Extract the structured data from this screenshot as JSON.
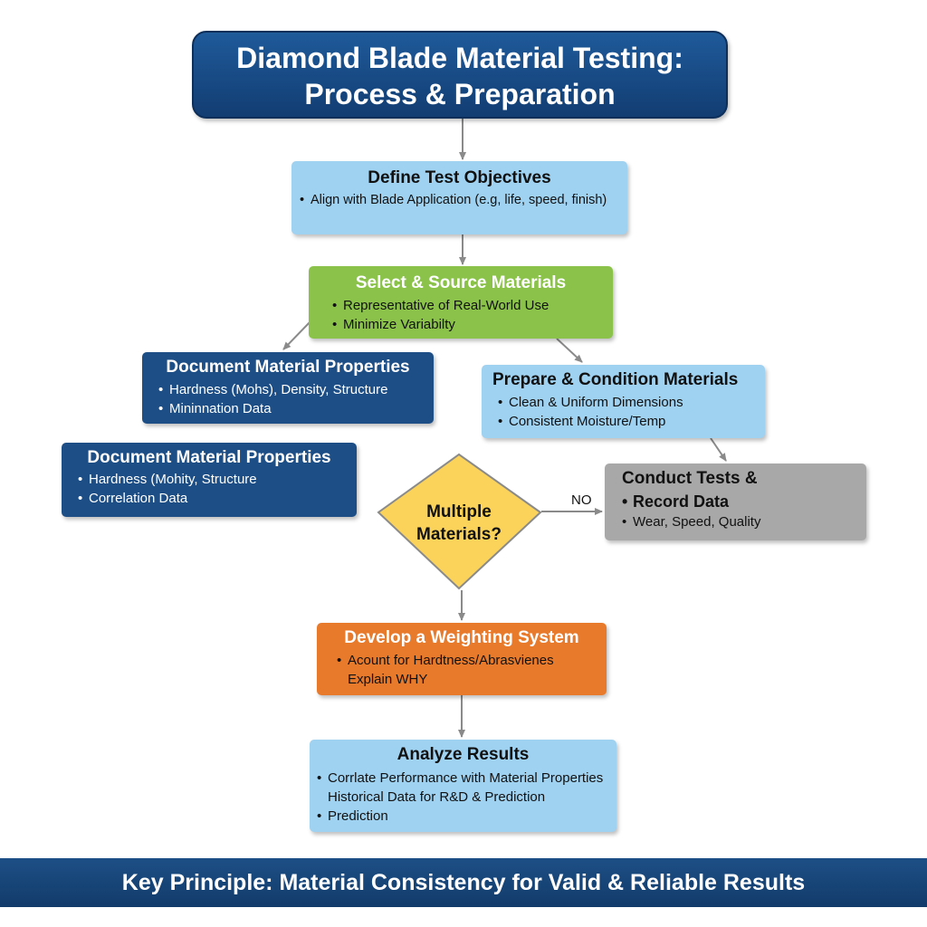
{
  "title": {
    "line1": "Diamond Blade Material Testing:",
    "line2": "Process & Preparation"
  },
  "nodes": {
    "define": {
      "heading": "Define Test Objectives",
      "bullets": [
        "Align with Blade Application (e.g, life, speed, finish)"
      ]
    },
    "select": {
      "heading": "Select & Source Materials",
      "bullets": [
        "Representative of Real-World Use",
        "Minimize Variabilty"
      ]
    },
    "document_1": {
      "heading": "Document Material Properties",
      "bullets": [
        "Hardness (Mohs), Density, Structure",
        "Mininnation Data"
      ]
    },
    "document_2": {
      "heading": "Document Material Properties",
      "bullets": [
        "Hardness (Mohity, Structure",
        "Correlation Data"
      ]
    },
    "prepare": {
      "heading": "Prepare & Condition Materials",
      "bullets": [
        "Clean & Uniform Dimensions",
        "Consistent Moisture/Temp"
      ]
    },
    "decision": {
      "line1": "Multiple",
      "line2": "Materials?",
      "no_label": "NO"
    },
    "conduct": {
      "heading": "Conduct Tests &",
      "bullets": [
        "Record Data",
        "Wear, Speed, Quality"
      ]
    },
    "weighting": {
      "heading": "Develop a Weighting System",
      "bullets": [
        "Acount for Hardtness/Abrasvienes",
        "Explain WHY"
      ]
    },
    "analyze": {
      "heading": "Analyze Results",
      "bullets": [
        "Corrlate Performance with Material Properties",
        "Historical Data for R&D & Prediction",
        "Prediction"
      ]
    }
  },
  "footer": "Key Principle: Material Consistency for Valid & Reliable Results",
  "colors": {
    "title_bg": "#1a4f8b",
    "light_blue": "#9fd1f0",
    "green": "#8bc34a",
    "dark_blue": "#1d4e86",
    "gray": "#a8a8a8",
    "orange": "#e87a2c",
    "diamond": "#fbd35a",
    "arrow": "#8a8a8a"
  }
}
